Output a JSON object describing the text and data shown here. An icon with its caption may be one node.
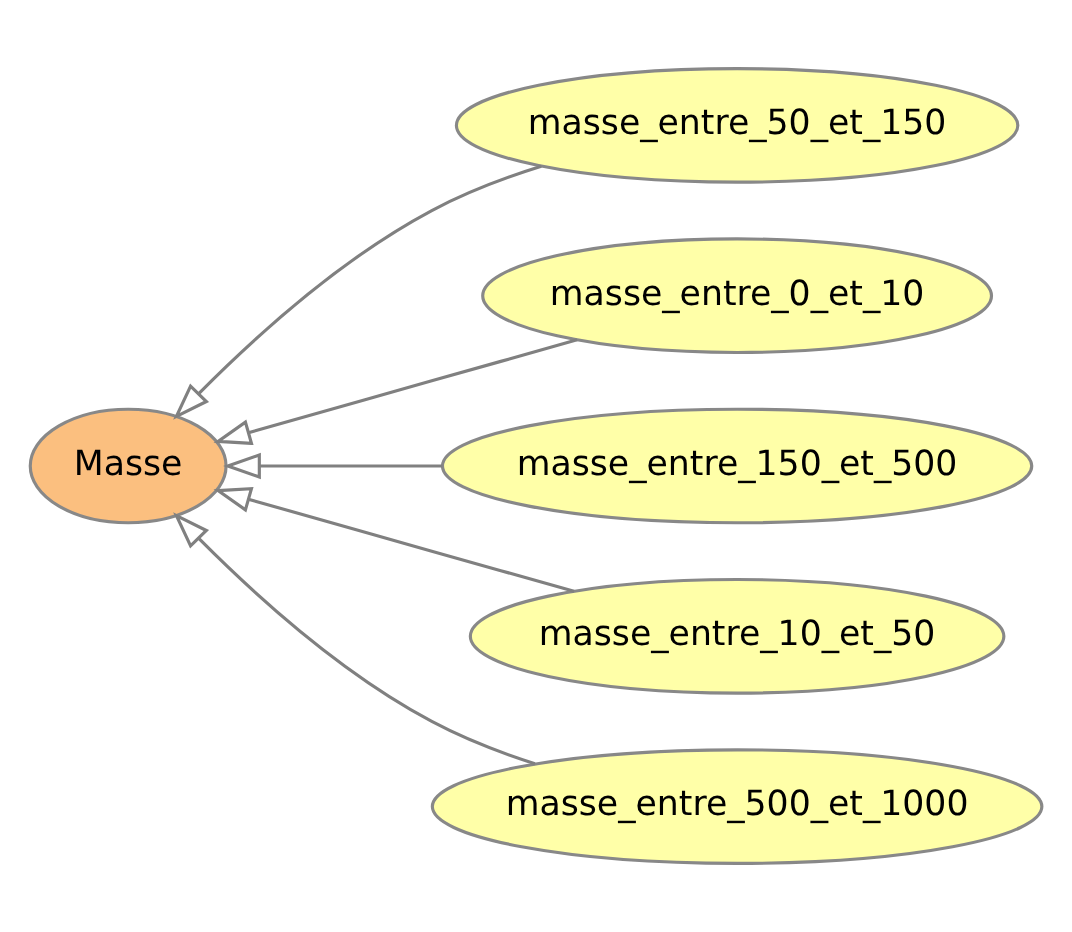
{
  "diagram": {
    "nodes": [
      {
        "text": [
          "Masse"
        ]
      },
      {
        "text": [
          "masse_entre_50_et_150"
        ]
      },
      {
        "text": [
          "masse_entre_0_et_10"
        ]
      },
      {
        "text": [
          "masse_entre_150_et_500"
        ]
      },
      {
        "text": [
          "masse_entre_10_et_50"
        ]
      },
      {
        "text": [
          "masse_entre_500_et_1000"
        ]
      }
    ],
    "edges": [
      {
        "from": 1,
        "to": 0,
        "arrow": "to"
      },
      {
        "from": 2,
        "to": 0,
        "arrow": "to"
      },
      {
        "from": 3,
        "to": 0,
        "arrow": "to"
      },
      {
        "from": 4,
        "to": 0,
        "arrow": "to"
      },
      {
        "from": 5,
        "to": 0,
        "arrow": "to"
      }
    ]
  }
}
